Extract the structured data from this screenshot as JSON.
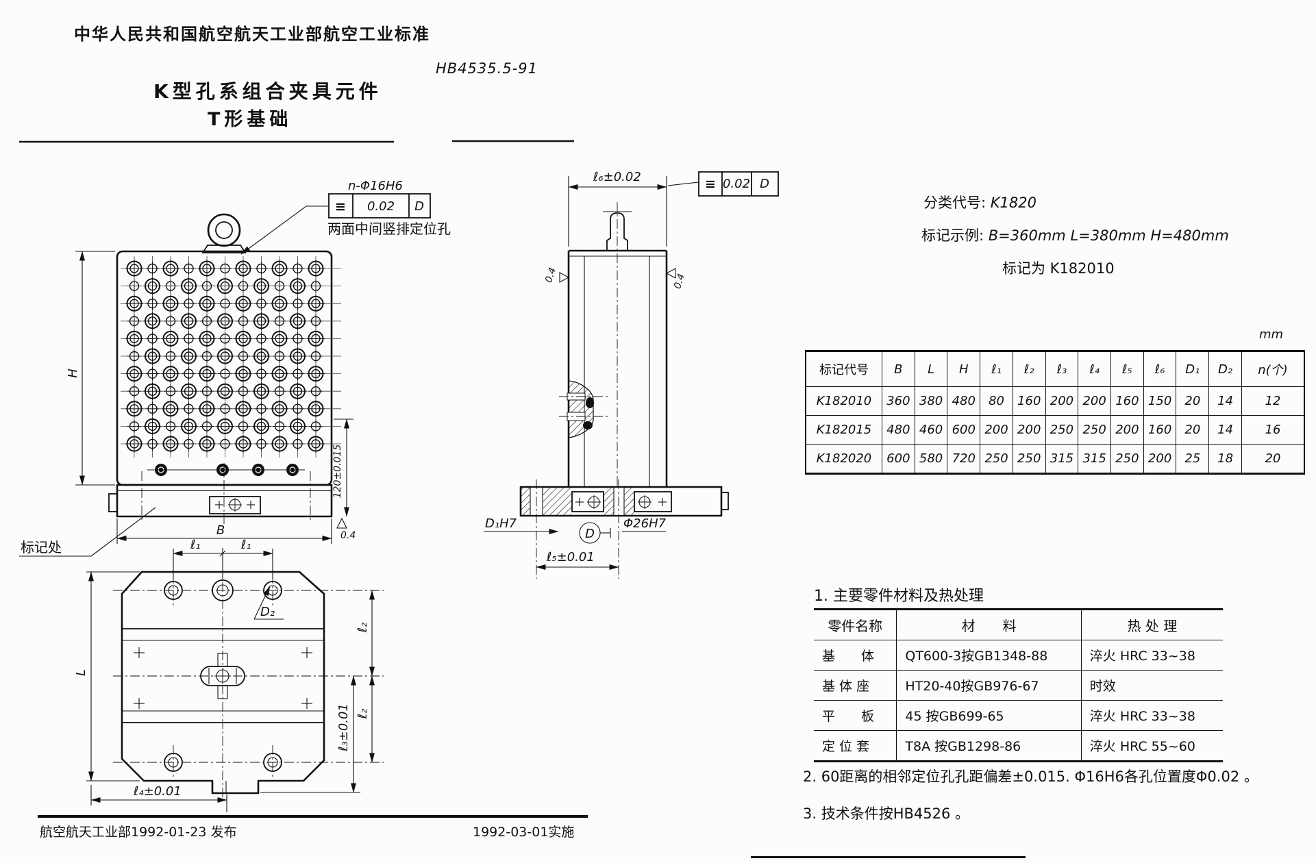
{
  "header": {
    "org": "中华人民共和国航空航天工业部航空工业标准",
    "code": "HB4535.5-91",
    "title_line1": "K型孔系组合夹具元件",
    "title_line2": "T形基础"
  },
  "classification": {
    "line1_label": "分类代号:",
    "line1_value": "K1820",
    "line2_label": "标记示例:",
    "line2_value": "B=360mm  L=380mm  H=480mm",
    "line3": "标记为 K182010"
  },
  "unit_label": "mm",
  "dim_table": {
    "headers": [
      "标记代号",
      "B",
      "L",
      "H",
      "ℓ₁",
      "ℓ₂",
      "ℓ₃",
      "ℓ₄",
      "ℓ₅",
      "ℓ₆",
      "D₁",
      "D₂",
      "n(个)"
    ],
    "rows": [
      [
        "K182010",
        "360",
        "380",
        "480",
        "80",
        "160",
        "200",
        "200",
        "160",
        "150",
        "20",
        "14",
        "12"
      ],
      [
        "K182015",
        "480",
        "460",
        "600",
        "200",
        "200",
        "250",
        "250",
        "200",
        "160",
        "20",
        "14",
        "16"
      ],
      [
        "K182020",
        "600",
        "580",
        "720",
        "250",
        "250",
        "315",
        "315",
        "250",
        "200",
        "25",
        "18",
        "20"
      ]
    ]
  },
  "material_section": {
    "heading": "1. 主要零件材料及热处理",
    "table": {
      "headers": [
        "零件名称",
        "材　　料",
        "热 处 理"
      ],
      "rows": [
        [
          "基　　体",
          "QT600-3按GB1348-88",
          "淬火 HRC 33~38"
        ],
        [
          "基 体 座",
          "HT20-40按GB976-67",
          "时效"
        ],
        [
          "平　　板",
          "45 按GB699-65",
          "淬火 HRC 33~38"
        ],
        [
          "定 位 套",
          "T8A 按GB1298-86",
          "淬火 HRC 55~60"
        ]
      ]
    }
  },
  "notes": [
    "2. 60距离的相邻定位孔孔距偏差±0.015. Φ16H6各孔位置度Φ0.02 。",
    "3. 技术条件按HB4526 。"
  ],
  "footer": {
    "left": "航空航天工业部1992-01-23 发布",
    "right": "1992-03-01实施"
  },
  "drawing": {
    "callout": {
      "quantity_note": "n-Φ16H6",
      "fcf_symbol": "≡",
      "fcf_tolerance": "0.02",
      "fcf_datum": "D",
      "note": "两面中间竖排定位孔"
    },
    "front": {
      "dim_h": "H",
      "dim_b": "B",
      "dim_base": "120±0.015",
      "finish": "0.4",
      "mark_label": "标记处"
    },
    "side": {
      "dim_l6": "ℓ₆±0.02",
      "fcf_symbol": "≡",
      "fcf_tolerance": "0.02",
      "fcf_datum": "D",
      "finish_left": "0.4",
      "finish_right": "0.4",
      "dim_d1": "D₁H7",
      "datum": "D",
      "dim_phi": "Φ26H7",
      "dim_l5": "ℓ₅±0.01"
    },
    "plan": {
      "dim_l1_left": "ℓ₁",
      "dim_l1_right": "ℓ₁",
      "dim_d2": "D₂",
      "dim_l2_top": "ℓ₂",
      "dim_l2_bottom": "ℓ₂",
      "dim_l3": "ℓ₃±0.01",
      "dim_l4": "ℓ₄±0.01",
      "dim_l": "L"
    }
  }
}
